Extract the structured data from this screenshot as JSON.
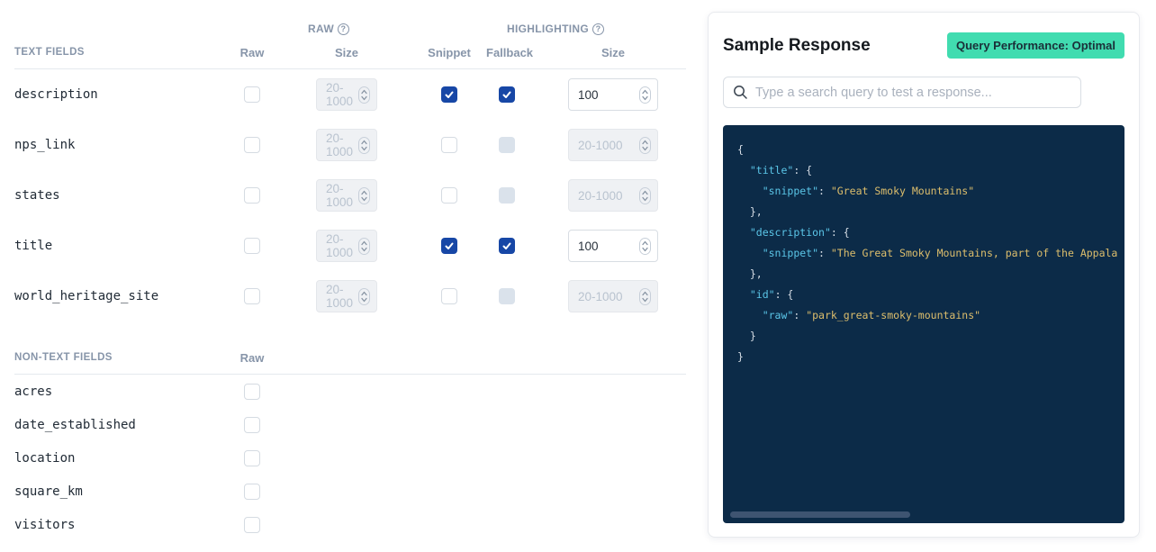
{
  "fields_panel": {
    "raw_group_label": "RAW",
    "highlighting_group_label": "HIGHLIGHTING",
    "help_glyph": "?",
    "size_placeholder": "20-1000",
    "text_fields": {
      "section_label": "TEXT FIELDS",
      "columns": {
        "raw": "Raw",
        "raw_size": "Size",
        "snippet": "Snippet",
        "fallback": "Fallback",
        "hl_size": "Size"
      },
      "rows": [
        {
          "name": "description",
          "raw_checked": false,
          "raw_size_enabled": false,
          "snippet_checked": true,
          "fallback_checked": true,
          "fallback_enabled": true,
          "hl_size_enabled": true,
          "hl_size_value": "100"
        },
        {
          "name": "nps_link",
          "raw_checked": false,
          "raw_size_enabled": false,
          "snippet_checked": false,
          "fallback_checked": false,
          "fallback_enabled": false,
          "hl_size_enabled": false,
          "hl_size_value": ""
        },
        {
          "name": "states",
          "raw_checked": false,
          "raw_size_enabled": false,
          "snippet_checked": false,
          "fallback_checked": false,
          "fallback_enabled": false,
          "hl_size_enabled": false,
          "hl_size_value": ""
        },
        {
          "name": "title",
          "raw_checked": false,
          "raw_size_enabled": false,
          "snippet_checked": true,
          "fallback_checked": true,
          "fallback_enabled": true,
          "hl_size_enabled": true,
          "hl_size_value": "100"
        },
        {
          "name": "world_heritage_site",
          "raw_checked": false,
          "raw_size_enabled": false,
          "snippet_checked": false,
          "fallback_checked": false,
          "fallback_enabled": false,
          "hl_size_enabled": false,
          "hl_size_value": ""
        }
      ]
    },
    "non_text_fields": {
      "section_label": "NON-TEXT FIELDS",
      "columns": {
        "raw": "Raw"
      },
      "rows": [
        {
          "name": "acres",
          "raw_checked": false
        },
        {
          "name": "date_established",
          "raw_checked": false
        },
        {
          "name": "location",
          "raw_checked": false
        },
        {
          "name": "square_km",
          "raw_checked": false
        },
        {
          "name": "visitors",
          "raw_checked": false
        }
      ]
    }
  },
  "sample_response": {
    "title": "Sample Response",
    "badge_label": "Query Performance: Optimal",
    "search_placeholder": "Type a search query to test a response...",
    "colors": {
      "badge_bg": "#41DCB0",
      "checked_checkbox": "#1747A6",
      "code_bg": "#0C2B48",
      "code_key": "#5BC6E8",
      "code_string": "#DDBE6C",
      "code_punctuation": "#D7DEE6"
    },
    "code": {
      "lines": [
        [
          [
            "punct",
            "{"
          ]
        ],
        [
          [
            "punct",
            "  "
          ],
          [
            "key",
            "\"title\""
          ],
          [
            "punct",
            ": {"
          ]
        ],
        [
          [
            "punct",
            "    "
          ],
          [
            "key",
            "\"snippet\""
          ],
          [
            "punct",
            ": "
          ],
          [
            "str",
            "\"Great Smoky Mountains\""
          ]
        ],
        [
          [
            "punct",
            "  },"
          ]
        ],
        [
          [
            "punct",
            "  "
          ],
          [
            "key",
            "\"description\""
          ],
          [
            "punct",
            ": {"
          ]
        ],
        [
          [
            "punct",
            "    "
          ],
          [
            "key",
            "\"snippet\""
          ],
          [
            "punct",
            ": "
          ],
          [
            "str",
            "\"The Great Smoky Mountains, part of the Appala"
          ]
        ],
        [
          [
            "punct",
            "  },"
          ]
        ],
        [
          [
            "punct",
            "  "
          ],
          [
            "key",
            "\"id\""
          ],
          [
            "punct",
            ": {"
          ]
        ],
        [
          [
            "punct",
            "    "
          ],
          [
            "key",
            "\"raw\""
          ],
          [
            "punct",
            ": "
          ],
          [
            "str",
            "\"park_great-smoky-mountains\""
          ]
        ],
        [
          [
            "punct",
            "  }"
          ]
        ],
        [
          [
            "punct",
            "}"
          ]
        ]
      ]
    }
  }
}
